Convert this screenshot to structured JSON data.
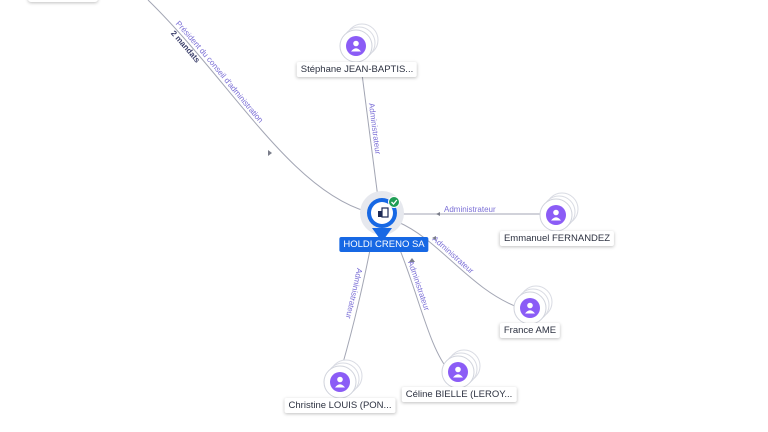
{
  "center": {
    "name": "HOLDI CRENO SA",
    "verified_icon": "check-badge-icon",
    "node_icon": "building-icon",
    "color": "#1768e4"
  },
  "persons": [
    {
      "key": "stephane",
      "name": "Stéphane JEAN-BAPTIS...",
      "role": "Administrateur"
    },
    {
      "key": "emmanuel",
      "name": "Emmanuel FERNANDEZ",
      "role": "Administrateur"
    },
    {
      "key": "france",
      "name": "France AME",
      "role": "Administrateur"
    },
    {
      "key": "celine",
      "name": "Céline BIELLE (LEROY...",
      "role": "Administrateur"
    },
    {
      "key": "christine",
      "name": "Christine LOUIS (PON...",
      "role": "Administrateur"
    }
  ],
  "offscreen_edge": {
    "role": "Président du conseil d'administration",
    "mandates": "2 mandats"
  },
  "colors": {
    "person": "#8b5cf6",
    "edge": "#a3a6b4",
    "edge_label": "#7b6fd6"
  },
  "icons": {
    "person": "person-icon"
  }
}
